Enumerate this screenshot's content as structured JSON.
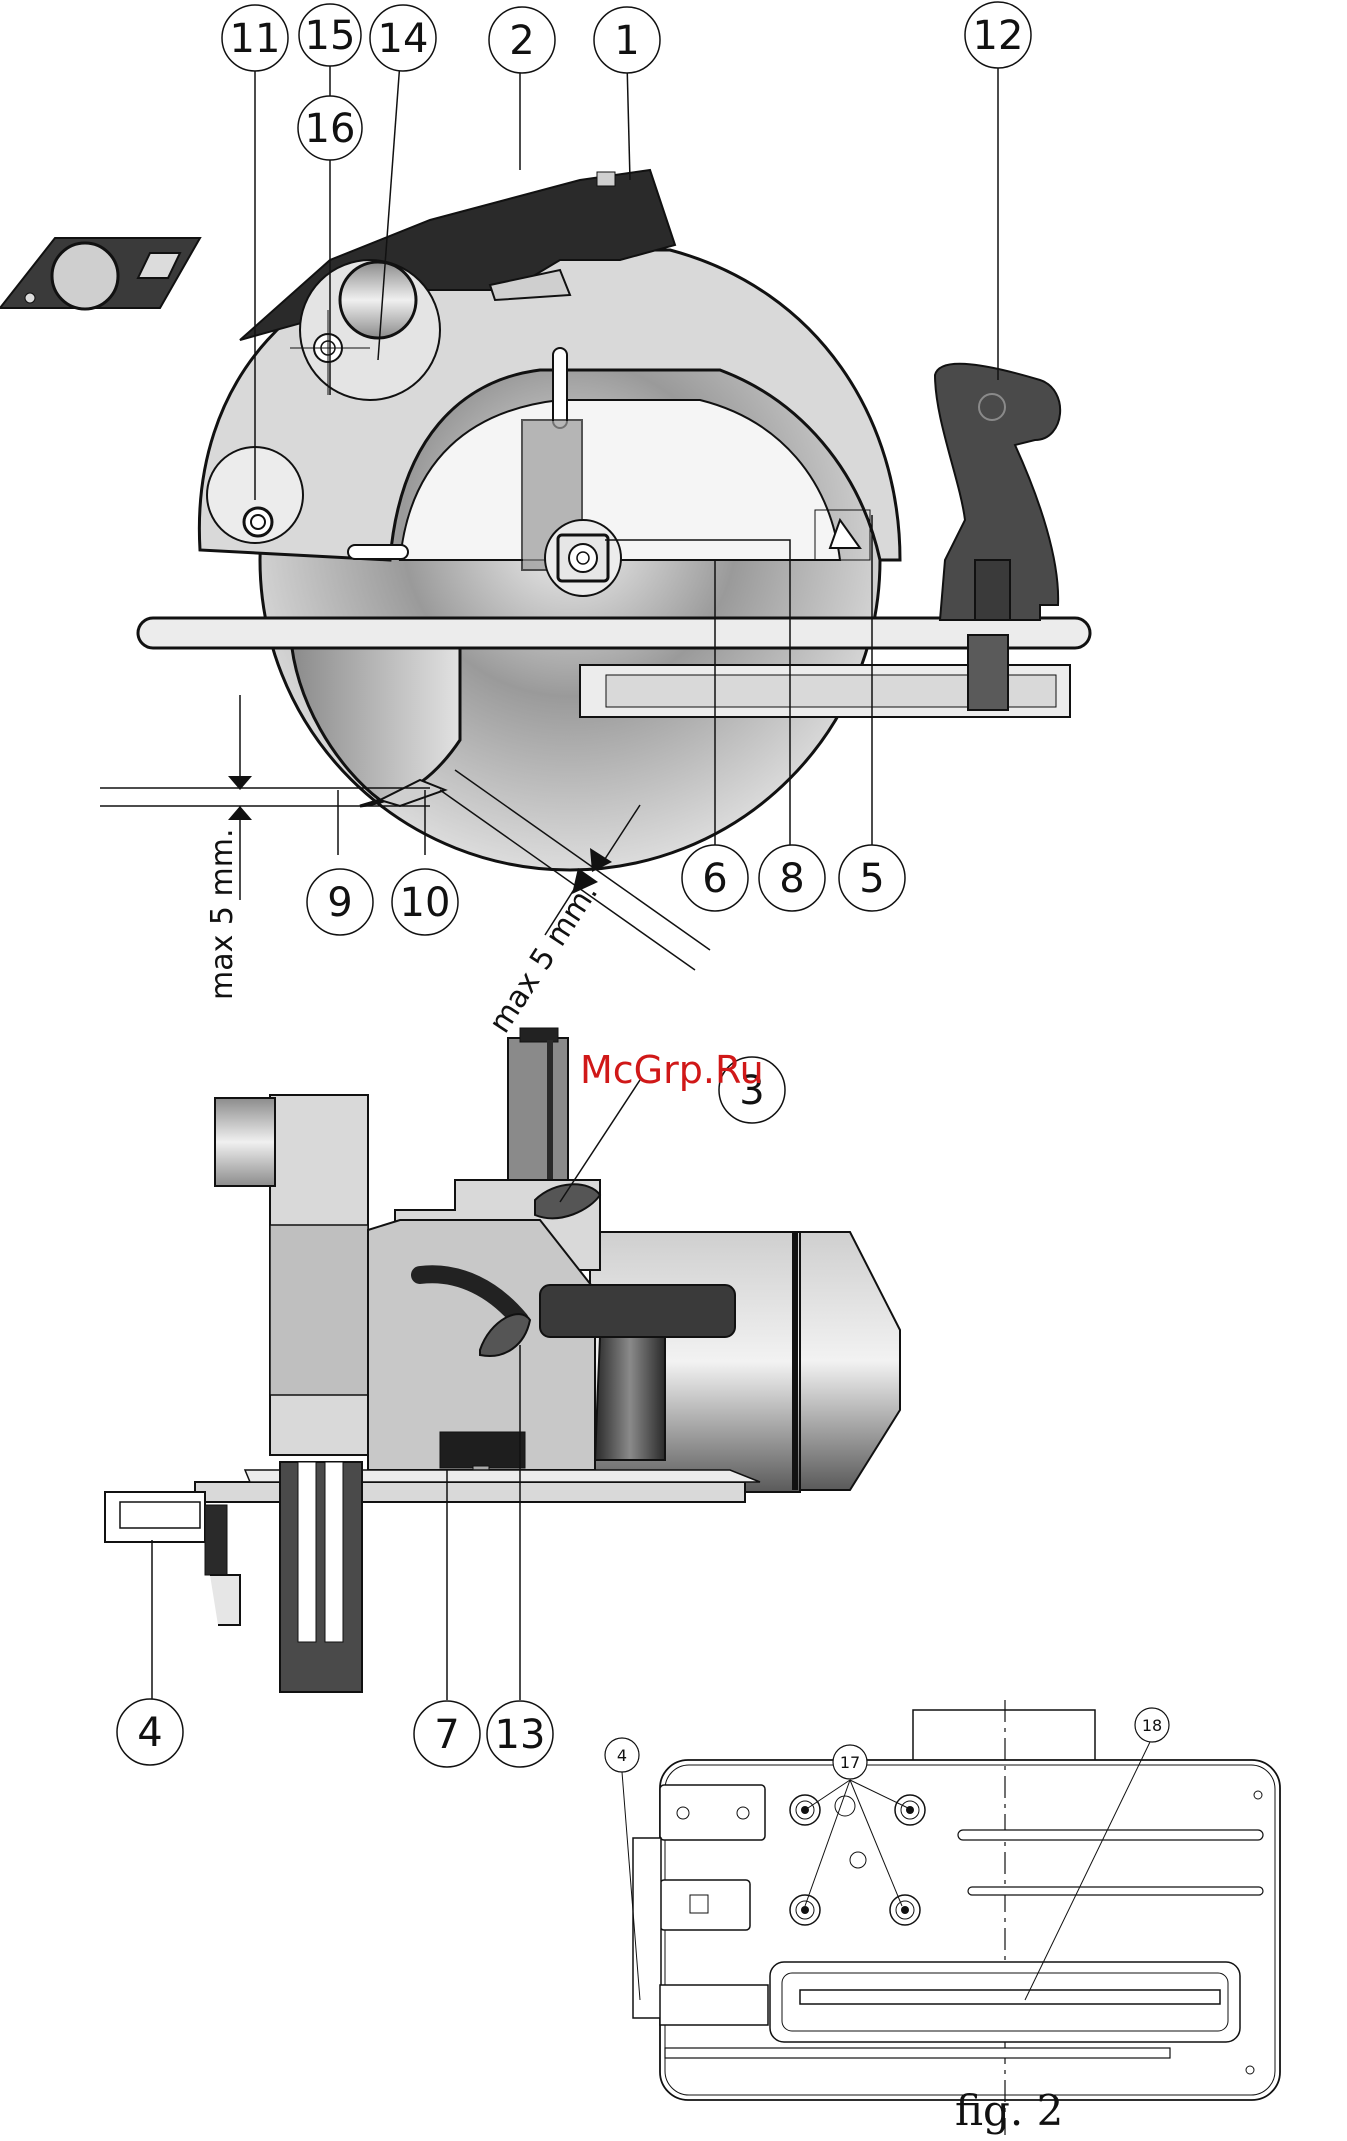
{
  "callouts": {
    "c1": "1",
    "c2": "2",
    "c3": "3",
    "c4": "4",
    "c5": "5",
    "c6": "6",
    "c7": "7",
    "c8": "8",
    "c9": "9",
    "c10": "10",
    "c11": "11",
    "c12": "12",
    "c13": "13",
    "c14": "14",
    "c15": "15",
    "c16": "16",
    "c4b": "4",
    "c17": "17",
    "c18": "18"
  },
  "dimensions": {
    "vertical": "max 5 mm.",
    "diagonal": "max 5 mm."
  },
  "watermark": "McGrp.Ru",
  "caption": "fig. 2",
  "colors": {
    "line": "#111111",
    "guard_light": "#d9d9d9",
    "handle_dark": "#3a3a3a",
    "watermark": "#d01818"
  }
}
